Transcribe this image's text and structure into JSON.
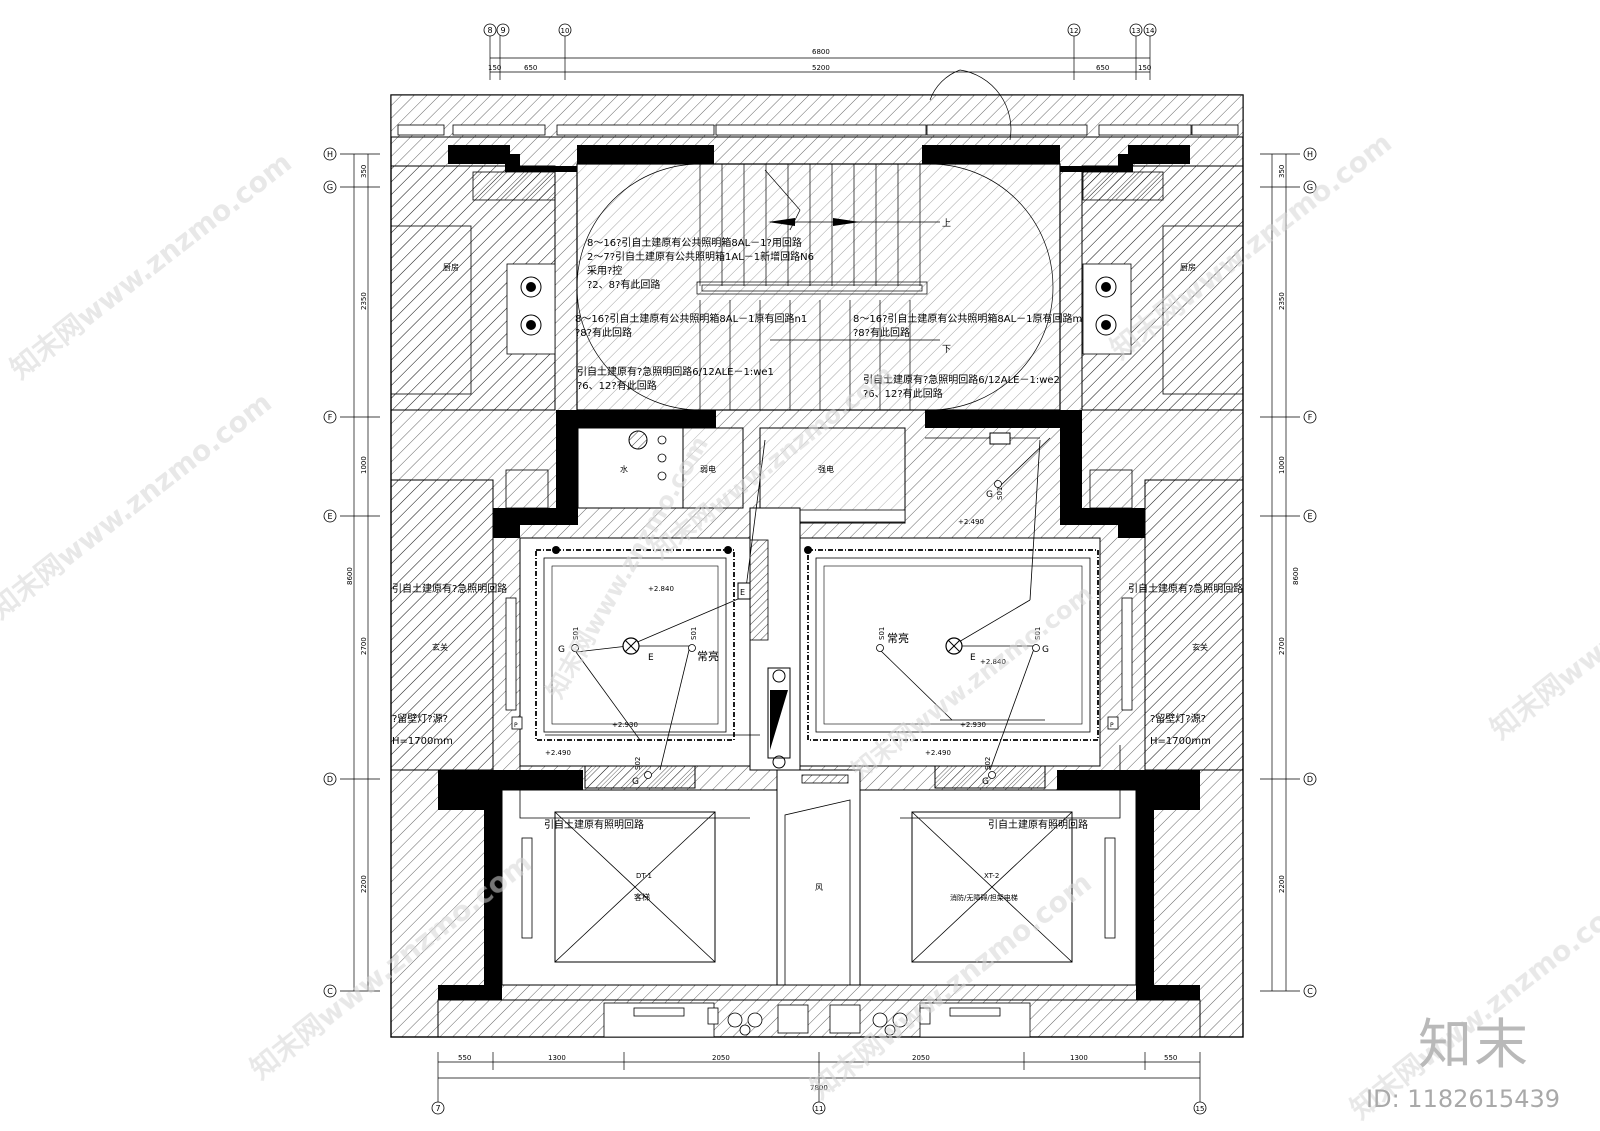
{
  "grid_top": [
    "8",
    "9",
    "10",
    "12",
    "13",
    "14"
  ],
  "grid_bottom": [
    "7",
    "11",
    "15"
  ],
  "grid_side": [
    "H",
    "G",
    "F",
    "E",
    "D",
    "C"
  ],
  "dims_top": {
    "total": "6800",
    "segments": [
      "150",
      "650",
      "5200",
      "650",
      "150"
    ]
  },
  "dims_bottom": {
    "total": "7800",
    "segments": [
      "550",
      "1300",
      "2050",
      "2050",
      "1300",
      "550"
    ]
  },
  "dims_side": {
    "total": "8600",
    "segments": [
      "350",
      "2350",
      "1000",
      "2700",
      "2200"
    ]
  },
  "rooms": {
    "kitchen": "厨房",
    "water": "水",
    "weak_elec": "弱电",
    "strong_elec": "强电",
    "foyer": "玄关",
    "wind": "风",
    "elev1_code": "DT-1",
    "elev1_name": "客梯",
    "elev2_code": "XT-2",
    "elev2_name": "消防/无障碍/担架电梯"
  },
  "stair": {
    "up": "上",
    "down": "下"
  },
  "notes": {
    "n1": "8～16?引自土建原有公共照明箱8AL－1?用回路",
    "n2": "2～7?引自土建原有公共照明箱1AL－1新增回路N6",
    "n3": "采用?控",
    "n4": "?2、8?有此回路",
    "n5": "8～16?引自土建原有公共照明箱8AL－1原有回路n1",
    "n6": "?8?有此回路",
    "n7": "8～16?引自土建原有公共照明箱8AL－1原有回路m",
    "n8": "?8?有此回路",
    "n9": "引自土建原有?急照明回路6/12ALE－1:we1",
    "n10": "?6、12?有此回路",
    "n11": "引自土建原有?急照明回路6/12ALE－1:we2",
    "n12": "?6、12?有此回路",
    "emerg_l": "引自土建原有?急照明回路",
    "emerg_r": "引自土建原有?急照明回路",
    "wall_l": "?留壁灯?源?",
    "wall_r": "?留壁灯?源?",
    "h_l": "H=1700mm",
    "h_r": "H=1700mm",
    "light_l": "引自土建原有照明回路",
    "light_r": "引自土建原有照明回路"
  },
  "labels": {
    "always_on": "常亮",
    "e": "E",
    "g": "G",
    "p": "P",
    "s01": "S01",
    "s02": "S02",
    "lvl_2490": "+2.490",
    "lvl_2840": "+2.840",
    "lvl_2930": "+2.930"
  },
  "watermark": {
    "text": "知末网www.znzmo.com",
    "brand": "知末",
    "id": "ID: 1182615439"
  }
}
